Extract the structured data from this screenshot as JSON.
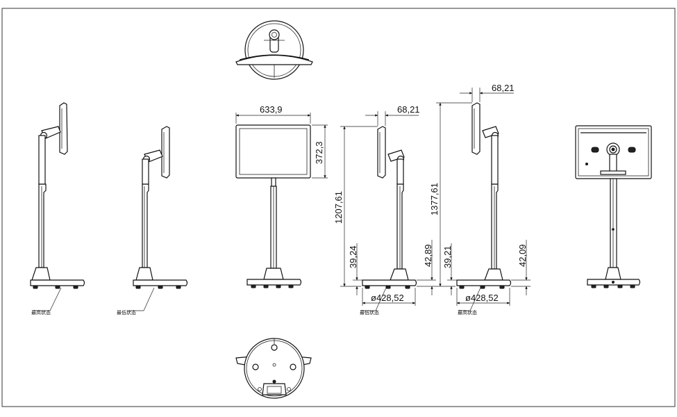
{
  "dimensions": {
    "screen_width": "633,9",
    "screen_height": "372,3",
    "height_low": "1207,61",
    "height_high": "1377,61",
    "tilt_offset_a": "68,21",
    "tilt_offset_b": "68,21",
    "base_clearance_a": "39,24",
    "base_clearance_b": "39,21",
    "base_thickness_a": "42,89",
    "base_thickness_b": "42,09",
    "base_diameter_a": "ø428,52",
    "base_diameter_b": "ø428,52"
  },
  "notes": {
    "view1": "最高状态",
    "view2": "最低状态",
    "view3": "最低状态",
    "view4": "最高状态"
  }
}
